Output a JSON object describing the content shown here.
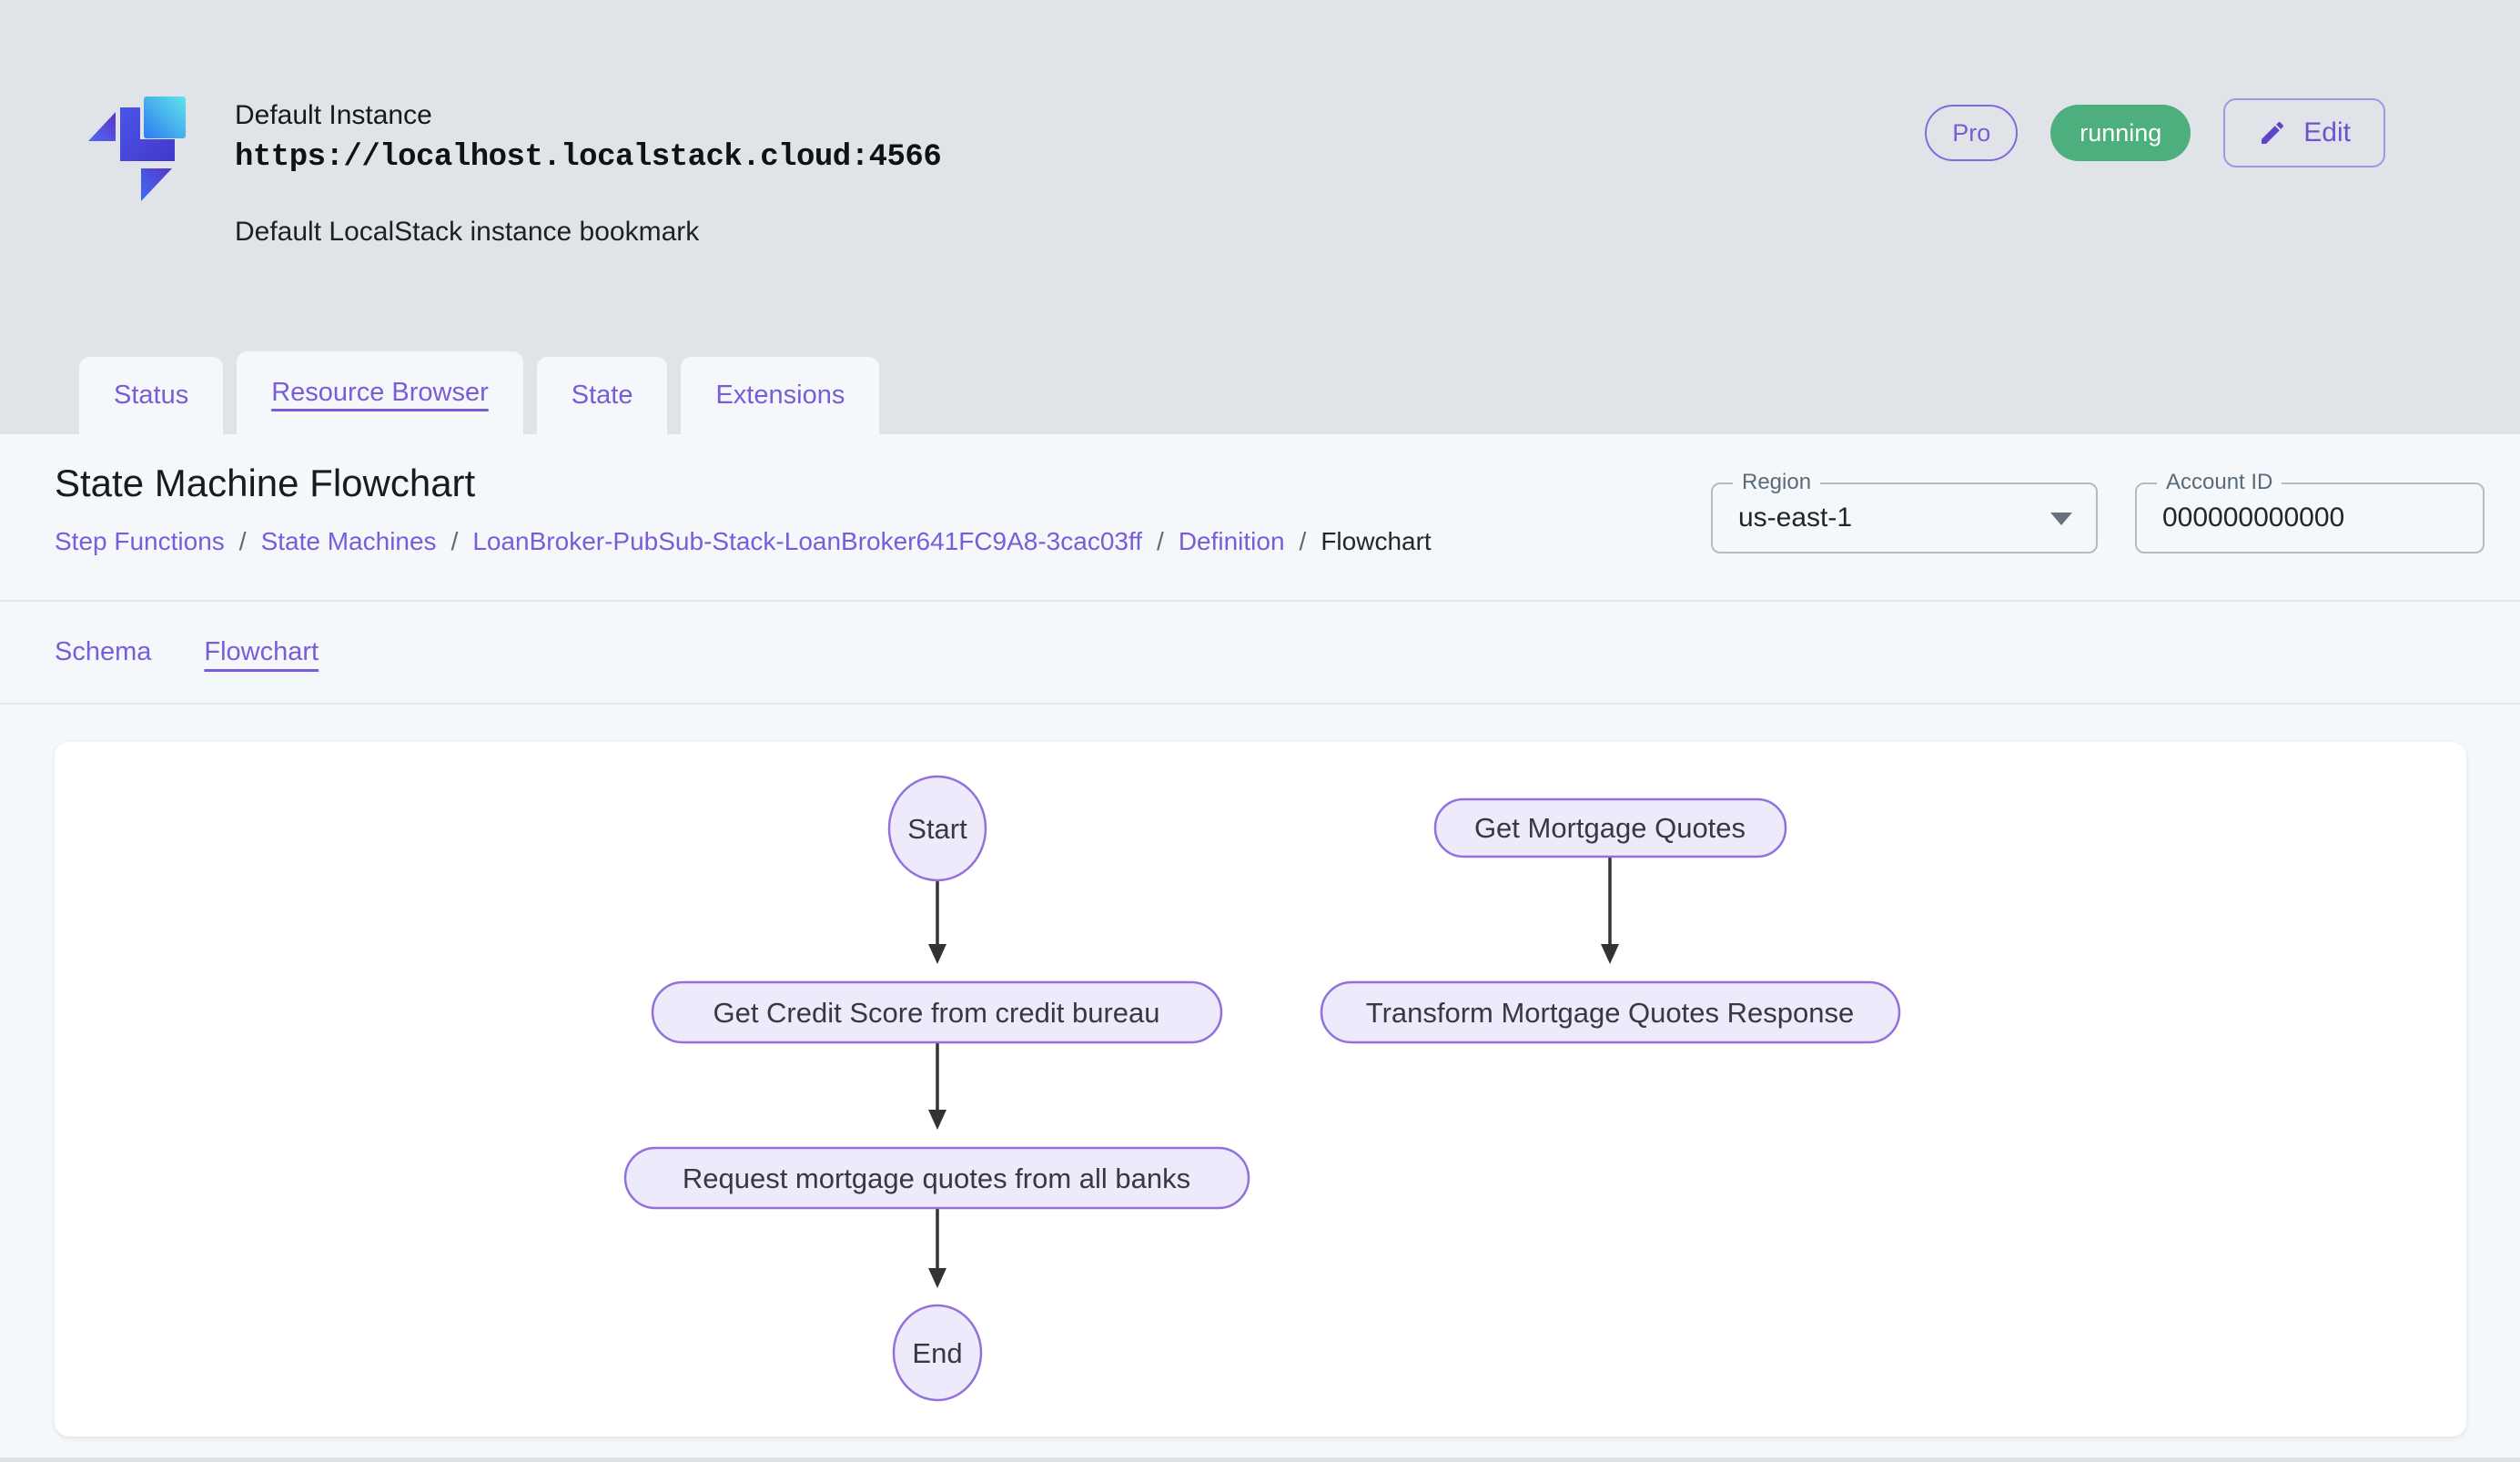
{
  "header": {
    "instance_name": "Default Instance",
    "instance_url": "https://localhost.localstack.cloud:4566",
    "instance_description": "Default LocalStack instance bookmark",
    "pro_badge": "Pro",
    "status_badge": "running",
    "edit_button_label": "Edit"
  },
  "tabs": [
    {
      "label": "Status",
      "active": false
    },
    {
      "label": "Resource Browser",
      "active": true
    },
    {
      "label": "State",
      "active": false
    },
    {
      "label": "Extensions",
      "active": false
    }
  ],
  "toolbar": {
    "page_title": "State Machine Flowchart",
    "breadcrumb": [
      "Step Functions",
      "State Machines",
      "LoanBroker-PubSub-Stack-LoanBroker641FC9A8-3cac03ff",
      "Definition",
      "Flowchart"
    ],
    "breadcrumb_separator": "/",
    "region_field": {
      "label": "Region",
      "value": "us-east-1"
    },
    "account_field": {
      "label": "Account ID",
      "value": "000000000000"
    }
  },
  "subtabs": [
    {
      "label": "Schema",
      "active": false
    },
    {
      "label": "Flowchart",
      "active": true
    }
  ],
  "flowchart": {
    "nodes": [
      {
        "id": "start",
        "label": "Start",
        "shape": "ellipse"
      },
      {
        "id": "credit-score",
        "label": "Get Credit Score from credit bureau",
        "shape": "pill"
      },
      {
        "id": "request-quotes",
        "label": "Request mortgage quotes from all banks",
        "shape": "pill"
      },
      {
        "id": "end",
        "label": "End",
        "shape": "ellipse"
      },
      {
        "id": "get-mortgage-quotes",
        "label": "Get Mortgage Quotes",
        "shape": "pill"
      },
      {
        "id": "transform-response",
        "label": "Transform Mortgage Quotes Response",
        "shape": "pill"
      }
    ],
    "edges": [
      {
        "from": "start",
        "to": "credit-score"
      },
      {
        "from": "credit-score",
        "to": "request-quotes"
      },
      {
        "from": "request-quotes",
        "to": "end"
      },
      {
        "from": "get-mortgage-quotes",
        "to": "transform-response"
      }
    ]
  },
  "colors": {
    "accent_purple": "#7a5cd8",
    "status_green": "#4caf7d",
    "node_fill": "#eceafb",
    "node_border": "#9370db",
    "arrow": "#333333",
    "header_background": "#e0e3e8",
    "panel_background": "#f5f8fa"
  }
}
